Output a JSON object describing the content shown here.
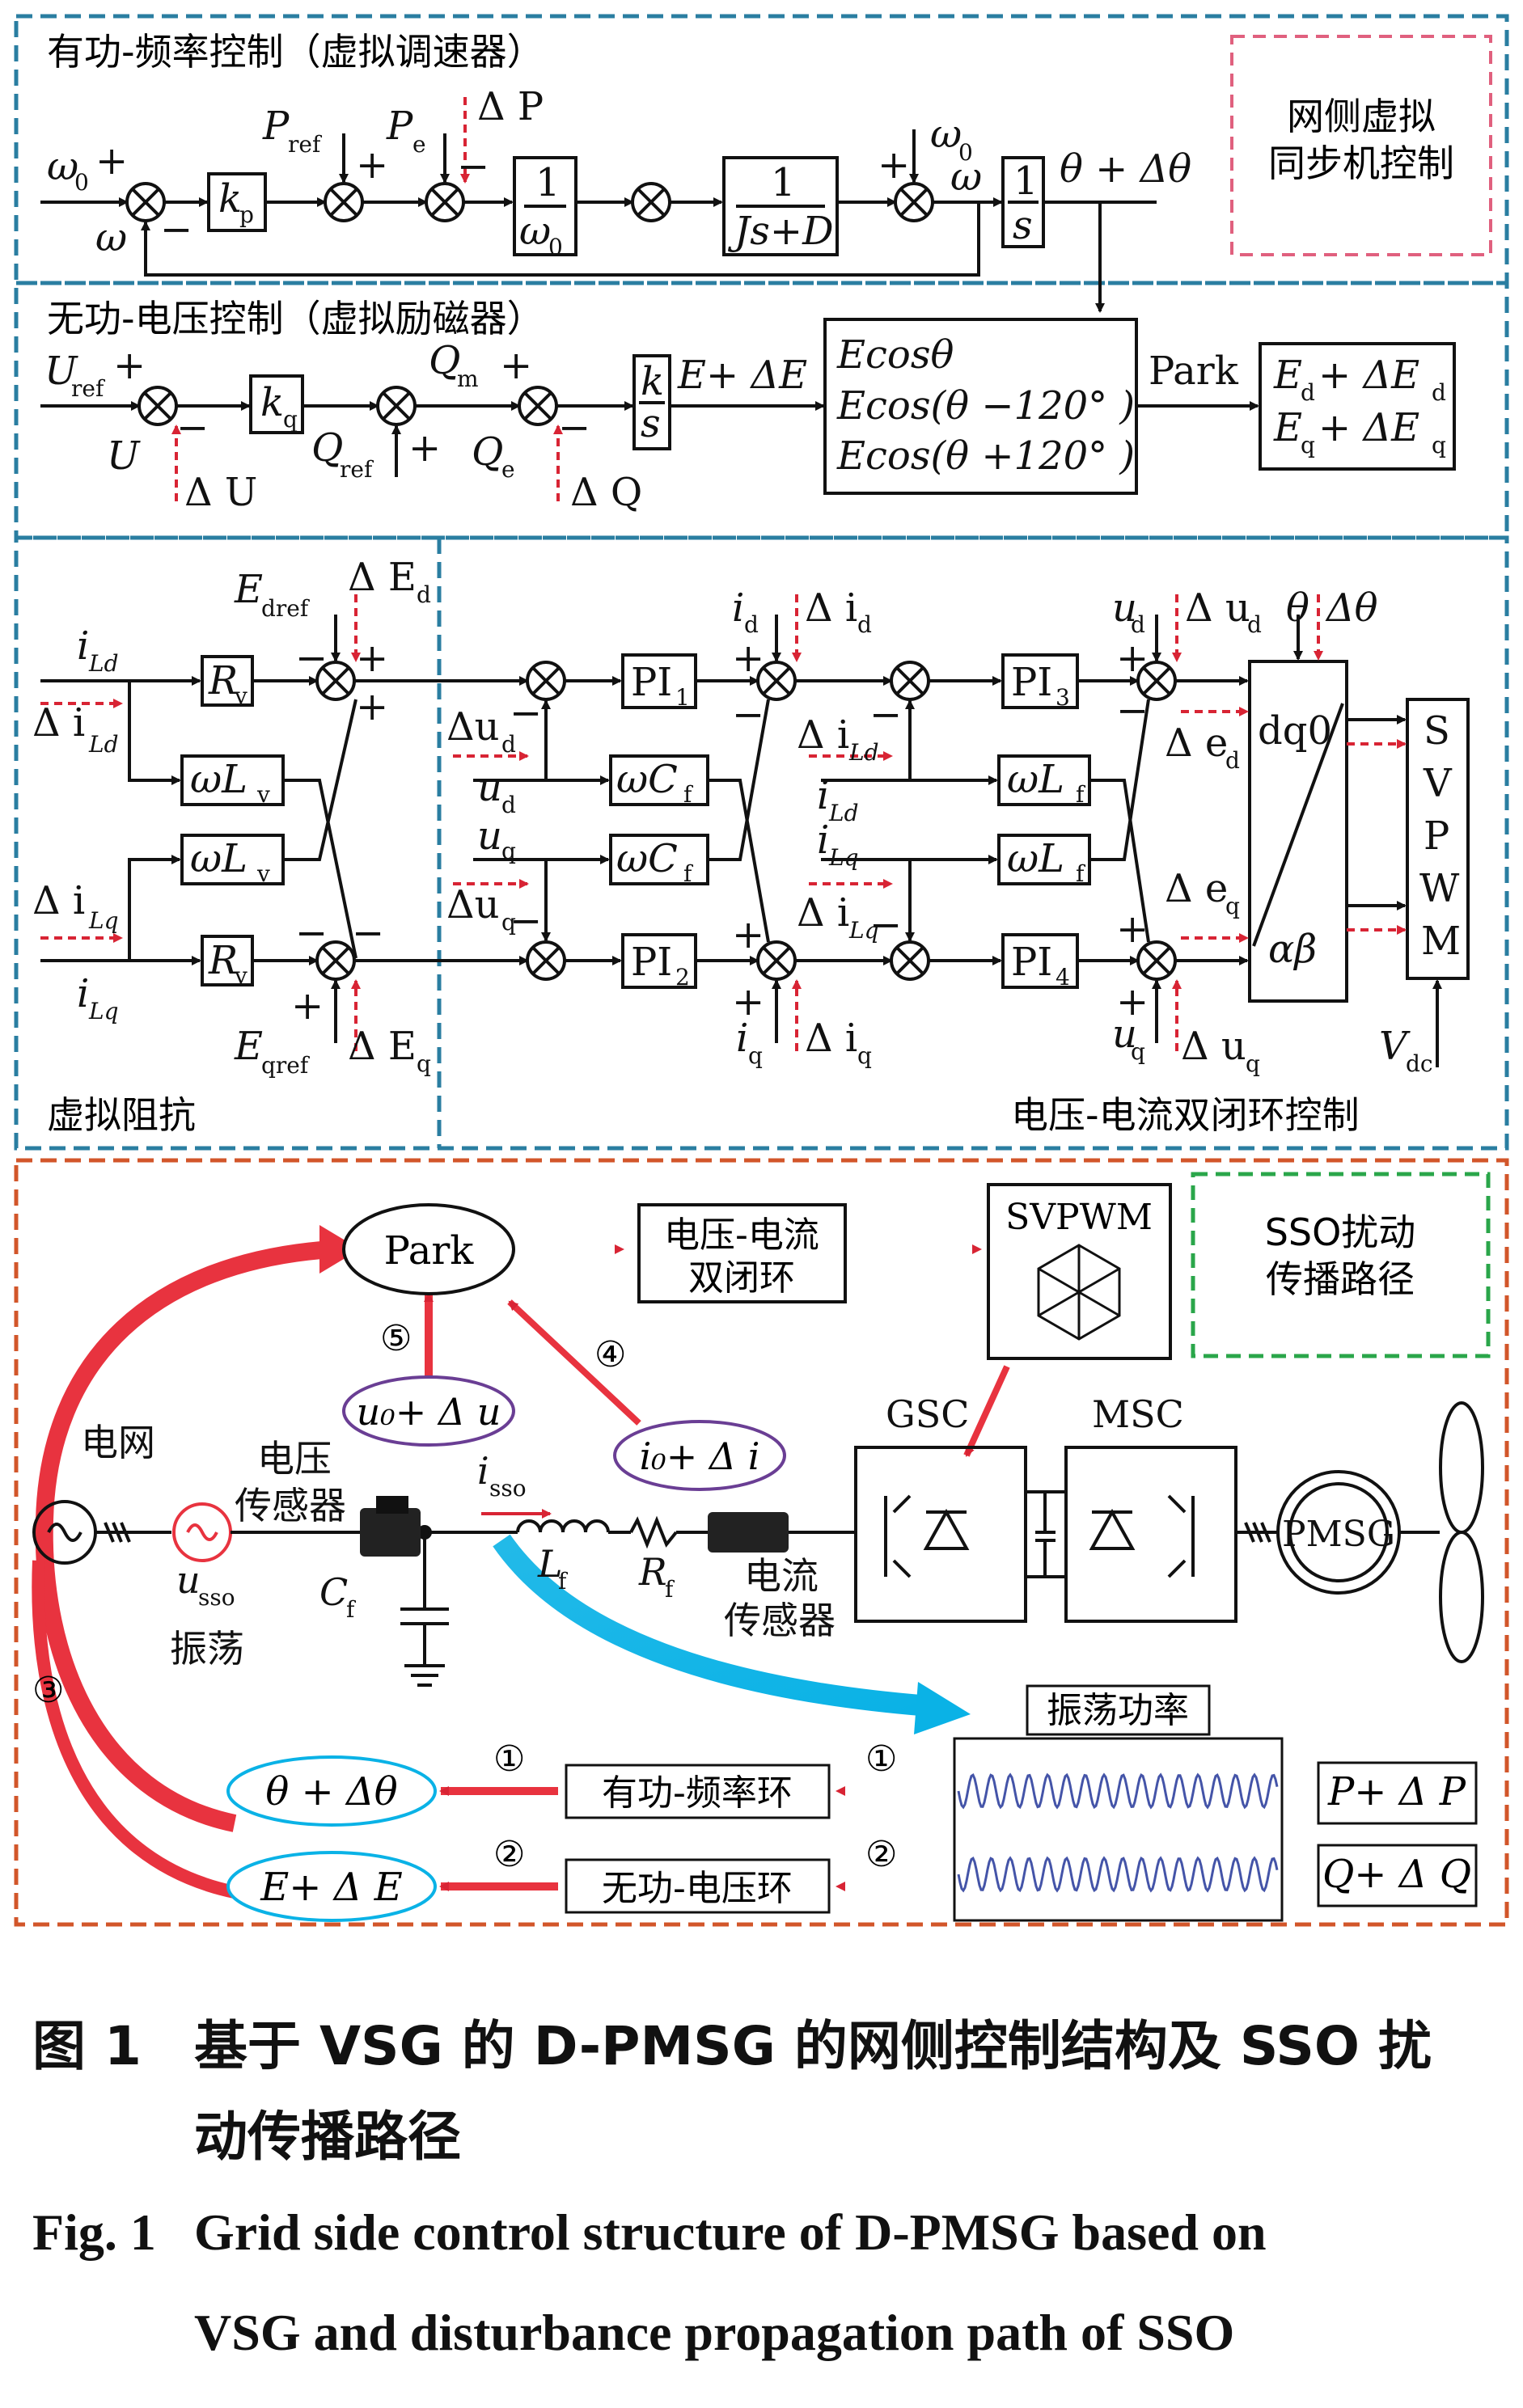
{
  "sections": {
    "p_f": "有功-频率控制（虚拟调速器）",
    "grid_vsm": [
      "网侧虚拟",
      "同步机控制"
    ],
    "q_v": "无功-电压控制（虚拟励磁器）",
    "virtual_impedance": "虚拟阻抗",
    "dual_loop": "电压-电流双闭环控制",
    "sso_path": [
      "SSO扰动",
      "传播路径"
    ]
  },
  "labels": {
    "omega0": "ω",
    "sub0": "0",
    "omega": "ω",
    "plus": "+",
    "minus": "−",
    "kp": "k",
    "p": "p",
    "Pref": "P",
    "ref": "ref",
    "Pe": "P",
    "e": "e",
    "dP": "Δ P",
    "one": "1",
    "omega0_den": "ω",
    "Js_D": "Js+D",
    "s": "s",
    "theta_out": "θ + Δθ",
    "Uref": "U",
    "U": "U",
    "dU": "Δ U",
    "kq": "k",
    "q": "q",
    "Qref": "Q",
    "Qm": "Q",
    "m": "m",
    "Qe": "Q",
    "dQ": "Δ Q",
    "k": "k",
    "E_out": "E+ ΔE",
    "ecos1": "Ecosθ",
    "ecos2": "Ecos(θ −120° )",
    "ecos3": "Ecos(θ +120° )",
    "park": "Park",
    "Ed": "E",
    "d": "d",
    "dEd": "+ ΔE",
    "Eq": "E",
    "dEq": "+ ΔE",
    "Edref": "E",
    "dref": "dref",
    "dEd2": "Δ E",
    "Eqref": "E",
    "qref": "qref",
    "dEq2": "Δ E",
    "iLd": "i",
    "Ld": "Ld",
    "diLd": "Δ i",
    "iLq": "i",
    "Lq": "Lq",
    "diLq": "Δ i",
    "Rv": "R",
    "v": "v",
    "wLv": "ωL",
    "PI": "PI",
    "n1": "1",
    "n2": "2",
    "n3": "3",
    "n4": "4",
    "wCf": "ωC",
    "f": "f",
    "wLf": "ωL",
    "dud": "Δu",
    "ud": "u",
    "uq": "u",
    "duq": "Δu",
    "id": "i",
    "did": "Δ i",
    "iq": "i",
    "diq": "Δ i",
    "diLd2": "Δ i",
    "iLd2": "i",
    "iLq2": "i",
    "diLq2": "Δ i",
    "ud2": "u",
    "dud2": "Δ u",
    "theta": "θ",
    "dtheta": "Δθ",
    "ded": "Δ e",
    "deq": "Δ e",
    "uq2": "u",
    "duq2": "Δ u",
    "dq0": "dq0",
    "ab": "αβ",
    "svpwm": [
      "S",
      "V",
      "P",
      "W",
      "M"
    ],
    "Vdc": "V",
    "dc": "dc"
  },
  "bottom": {
    "park": "Park",
    "dual_loop": [
      "电压-电流",
      "双闭环"
    ],
    "svpwm": "SVPWM",
    "u0du": "u₀+ Δ u",
    "i0di": "i₀+ Δ i",
    "grid": "电网",
    "voltage_sensor": [
      "电压",
      "传感器"
    ],
    "isso": "i",
    "sso": "sso",
    "usso": "u",
    "oscillation": "振荡",
    "Cf": "C",
    "Lf": "L",
    "Rf": "R",
    "f": "f",
    "current_sensor": [
      "电流",
      "传感器"
    ],
    "gsc": "GSC",
    "msc": "MSC",
    "pmsg": "PMSG",
    "osc_power": "振荡功率",
    "theta_dtheta": "θ + Δθ",
    "E_dE": "E+ Δ E",
    "pf_loop": "有功-频率环",
    "qv_loop": "无功-电压环",
    "PdP": "P+ Δ P",
    "QdQ": "Q+ Δ Q",
    "c1": "①",
    "c2": "②",
    "c3": "③",
    "c4": "④",
    "c5": "⑤"
  },
  "caption": {
    "cn_num": "图 1",
    "cn_line1": "基于 VSG 的 D-PMSG 的网侧控制结构及 SSO 扰",
    "cn_line2": "动传播路径",
    "en_num": "Fig. 1",
    "en_line1": "Grid side control structure of D-PMSG based on",
    "en_line2": "VSG and disturbance propagation path of SSO"
  },
  "colors": {
    "teal_dash": "#2a7ea1",
    "pink_dash": "#e0607e",
    "orange_dash": "#d2562a",
    "green_dash": "#2aa64a",
    "red": "#e8333f",
    "blue": "#0ab2e6",
    "wave": "#4454a8"
  }
}
